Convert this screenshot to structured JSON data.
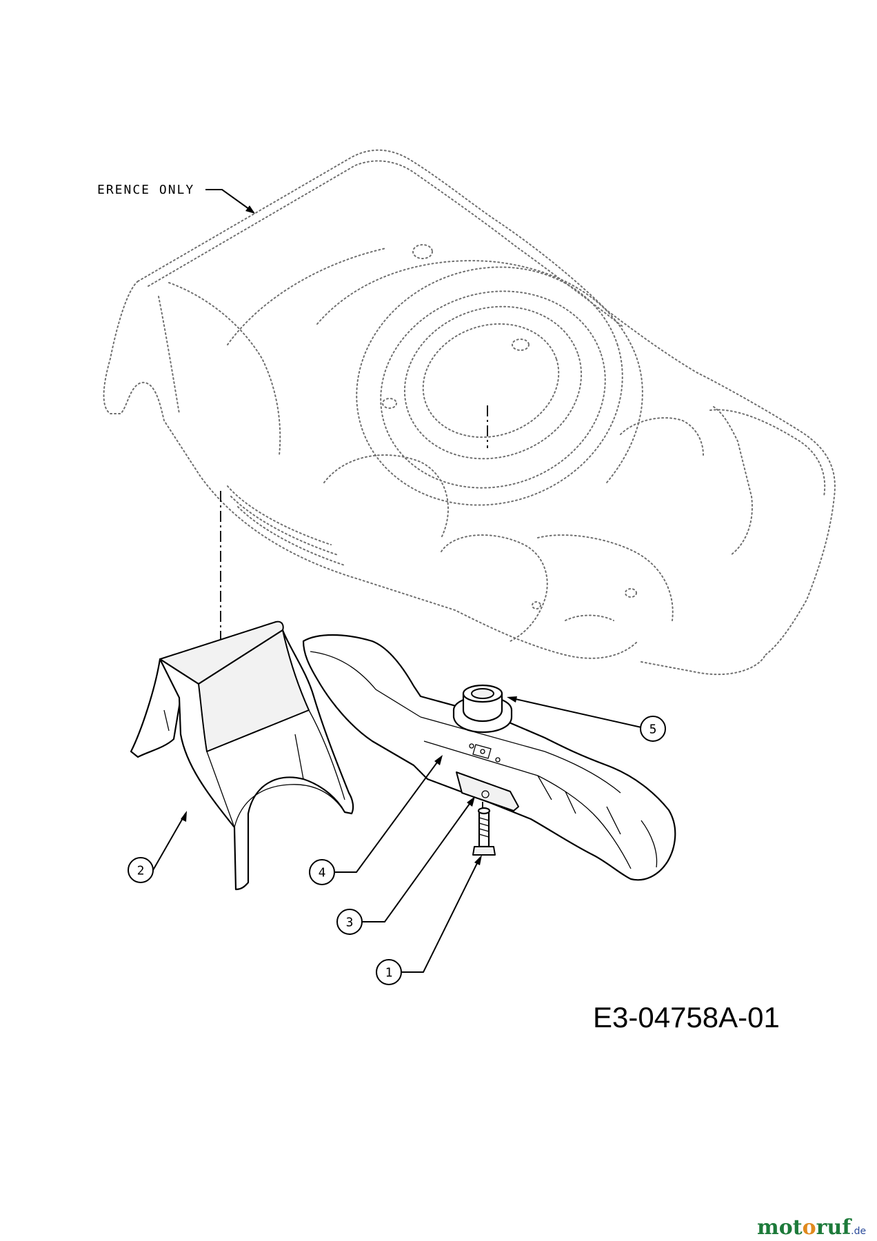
{
  "diagram": {
    "reference_label": "ERENCE ONLY",
    "part_number": "E3-04758A-01",
    "callouts": [
      {
        "id": "callout-1",
        "number": "1"
      },
      {
        "id": "callout-2",
        "number": "2"
      },
      {
        "id": "callout-3",
        "number": "3"
      },
      {
        "id": "callout-4",
        "number": "4"
      },
      {
        "id": "callout-5",
        "number": "5"
      }
    ]
  },
  "watermark": {
    "mot": "mot",
    "o": "o",
    "ruf": "ruf",
    "de": ".de",
    "colors": {
      "green": "#1d7a3a",
      "orange": "#e08a1e",
      "blue": "#2a4a9a"
    }
  }
}
